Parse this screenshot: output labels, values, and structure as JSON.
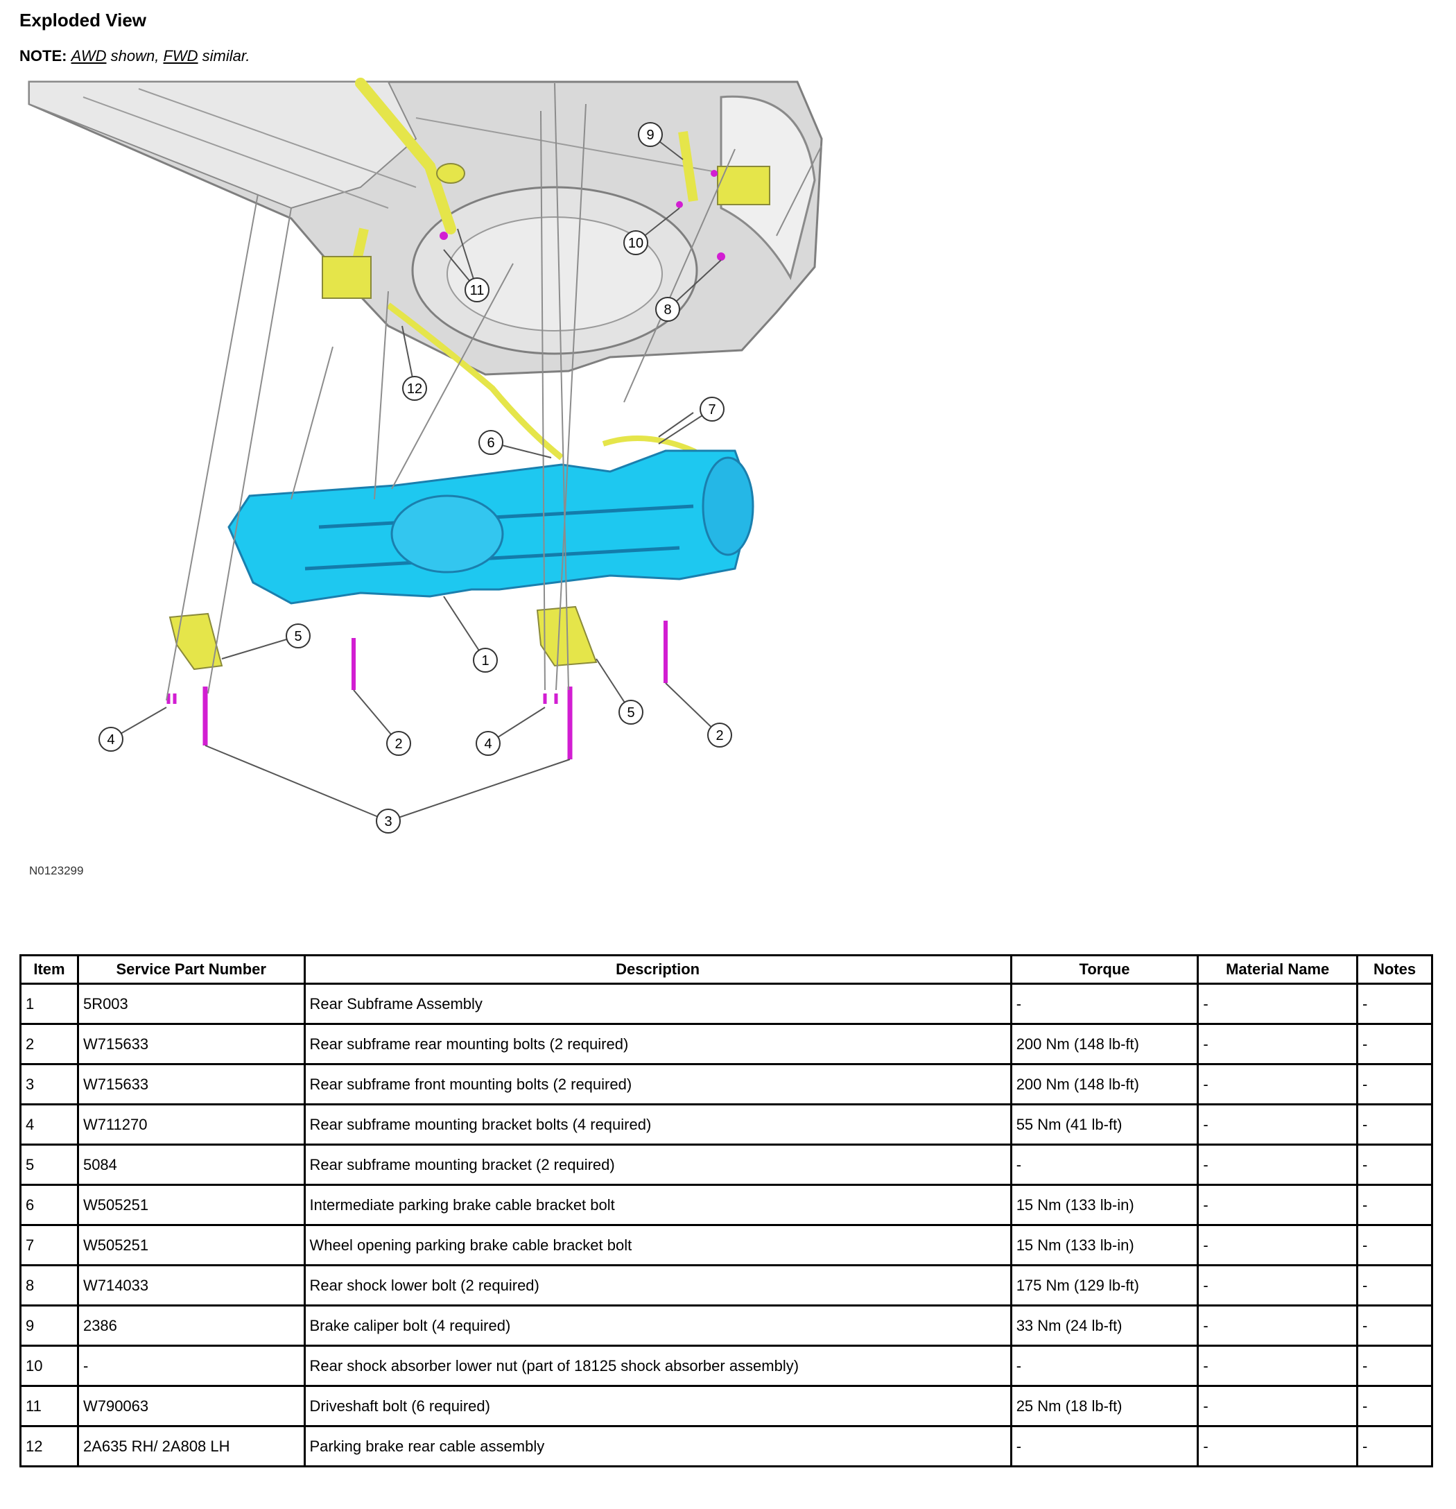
{
  "page": {
    "title": "Exploded View",
    "note_label": "NOTE:",
    "note_awd": "AWD",
    "note_shown": " shown, ",
    "note_fwd": "FWD",
    "note_similar": " similar.",
    "figure_id": "N0123299"
  },
  "figure": {
    "callouts": [
      "9",
      "10",
      "11",
      "8",
      "12",
      "7",
      "6",
      "5",
      "1",
      "5",
      "4",
      "2",
      "4",
      "2",
      "3"
    ],
    "colors": {
      "subframe": "#1ec8f0",
      "component": "#ecec3c",
      "fastener": "#d21ed2",
      "body": "#d9d9d9"
    }
  },
  "table": {
    "headers": [
      "Item",
      "Service Part Number",
      "Description",
      "Torque",
      "Material Name",
      "Notes"
    ],
    "rows": [
      [
        "1",
        "5R003",
        "Rear Subframe Assembly",
        "-",
        "-",
        "-"
      ],
      [
        "2",
        "W715633",
        "Rear subframe rear mounting bolts (2 required)",
        "200 Nm (148 lb-ft)",
        "-",
        "-"
      ],
      [
        "3",
        "W715633",
        "Rear subframe front mounting bolts (2 required)",
        "200 Nm (148 lb-ft)",
        "-",
        "-"
      ],
      [
        "4",
        "W711270",
        "Rear subframe mounting bracket bolts (4 required)",
        "55 Nm (41 lb-ft)",
        "-",
        "-"
      ],
      [
        "5",
        "5084",
        "Rear subframe mounting bracket (2 required)",
        "-",
        "-",
        "-"
      ],
      [
        "6",
        "W505251",
        "Intermediate parking brake cable bracket bolt",
        "15 Nm (133 lb-in)",
        "-",
        "-"
      ],
      [
        "7",
        "W505251",
        "Wheel opening parking brake cable bracket bolt",
        "15 Nm (133 lb-in)",
        "-",
        "-"
      ],
      [
        "8",
        "W714033",
        "Rear shock lower bolt (2 required)",
        "175 Nm (129 lb-ft)",
        "-",
        "-"
      ],
      [
        "9",
        "2386",
        "Brake caliper bolt (4 required)",
        "33 Nm (24 lb-ft)",
        "-",
        "-"
      ],
      [
        "10",
        "-",
        "Rear shock absorber lower nut (part of 18125 shock absorber assembly)",
        "-",
        "-",
        "-"
      ],
      [
        "11",
        "W790063",
        "Driveshaft bolt (6 required)",
        "25 Nm (18 lb-ft)",
        "-",
        "-"
      ],
      [
        "12",
        "2A635 RH/ 2A808 LH",
        "Parking brake rear cable assembly",
        "-",
        "-",
        "-"
      ]
    ]
  }
}
